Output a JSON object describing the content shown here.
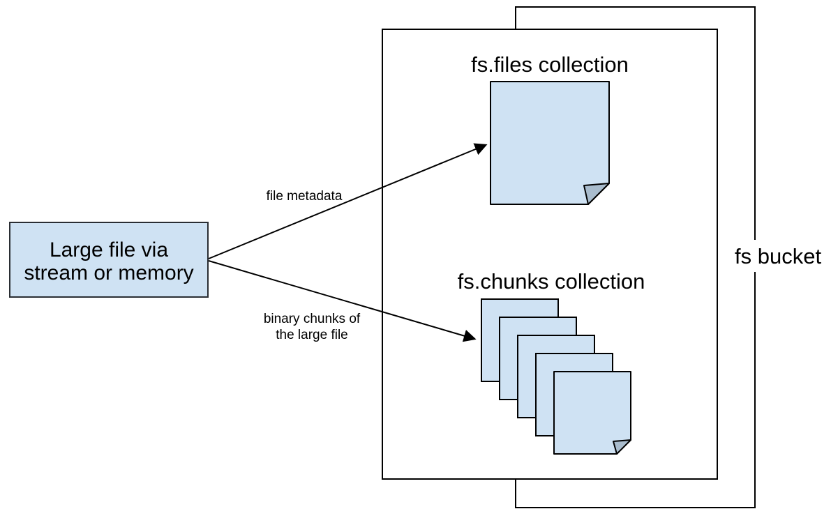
{
  "source_box": {
    "line1": "Large file via",
    "line2": "stream or memory"
  },
  "metadata_arrow": {
    "label": "file metadata"
  },
  "chunks_arrow": {
    "label_line1": "binary chunks of",
    "label_line2": "the large file"
  },
  "files_collection_title": "fs.files collection",
  "chunks_collection_title": "fs.chunks collection",
  "bucket_label": "fs bucket",
  "colors": {
    "document_fill": "#cfe2f3",
    "document_fold": "#a9bccd",
    "source_box_fill": "#cfe2f3",
    "source_box_border": "#2a2e33",
    "line_color": "#000000"
  }
}
